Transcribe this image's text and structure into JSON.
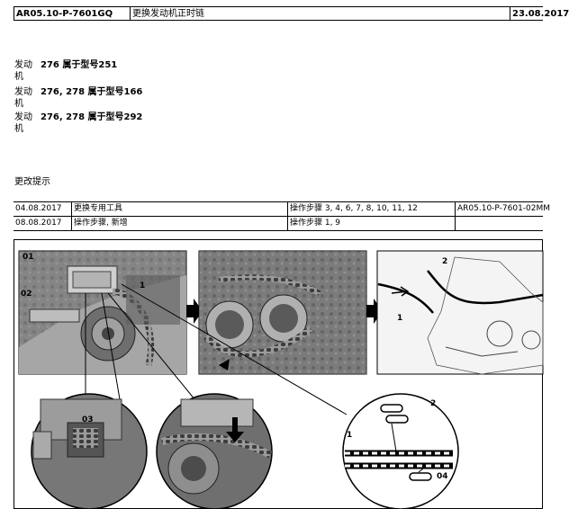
{
  "header": {
    "doc_id": "AR05.10-P-7601GQ",
    "title": "更换发动机正时链",
    "date": "23.08.2017"
  },
  "engines": [
    {
      "label": "发动机",
      "value": "276 属于型号251"
    },
    {
      "label": "发动机",
      "value": "276, 278 属于型号166"
    },
    {
      "label": "发动机",
      "value": "276, 278 属于型号292"
    }
  ],
  "changes": {
    "title": "更改提示",
    "rows": [
      {
        "date": "04.08.2017",
        "text": "更换专用工具",
        "steps": "操作步骤 3, 4, 6, 7, 8, 10, 11, 12",
        "ref": "AR05.10-P-7601-02MM"
      },
      {
        "date": "08.08.2017",
        "text": "操作步骤, 新增",
        "steps": "操作步骤 1, 9",
        "ref": ""
      }
    ]
  },
  "figure": {
    "callouts": {
      "p1_01": "01",
      "p1_02": "02",
      "p1_1": "1",
      "p3_2": "2",
      "p3_1": "1",
      "z1_03": "03",
      "z3_2": "2",
      "z3_1": "1",
      "z3_04": "04"
    }
  }
}
